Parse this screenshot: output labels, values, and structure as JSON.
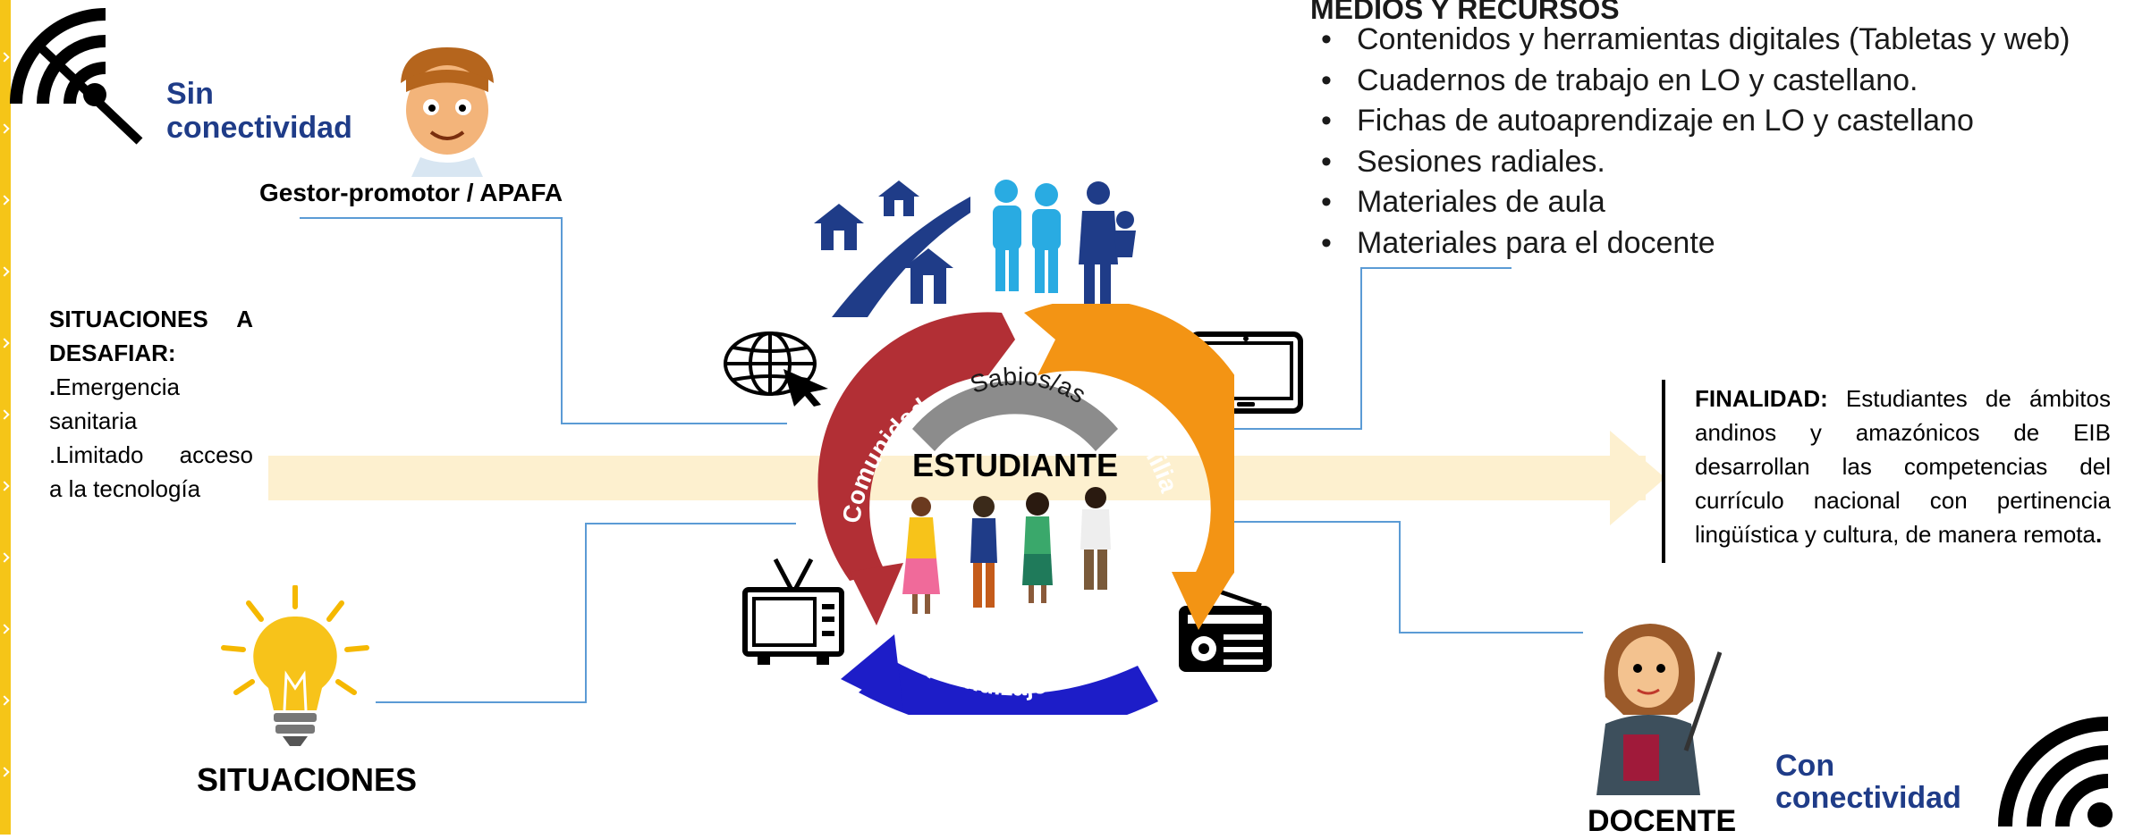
{
  "left_top": {
    "sin": "Sin",
    "conectividad": "conectividad",
    "gestor": "Gestor-promotor / APAFA"
  },
  "situaciones_desafiar": {
    "title1": "SITUACIONES",
    "title_a": "A",
    "title2": "DESAFIAR:",
    "l1_dot": ".",
    "l1": "Emergencia",
    "l2": "sanitaria",
    "l3a": ".Limitado",
    "l3b": "acceso",
    "l4": "a la tecnología"
  },
  "situaciones_label": "SITUACIONES",
  "medios": {
    "title": "MEDIOS Y RECURSOS",
    "items": [
      "Contenidos y herramientas digitales (Tabletas y web)",
      "Cuadernos de trabajo en LO y castellano.",
      "Fichas de autoaprendizaje en LO y castellano",
      "Sesiones radiales.",
      "Materiales de aula",
      "Materiales para el docente"
    ]
  },
  "circle": {
    "center": "ESTUDIANTE",
    "comunidad": "Comunidad",
    "sabios": "Sabios/as",
    "familia": "Familia",
    "aprendizaje": "Aprendizaje autónomo"
  },
  "finalidad": {
    "label": "FINALIDAD:",
    "text": "Estudiantes de ámbitos andinos y amazónicos de EIB desarrollan las competencias del currículo nacional con pertinencia lingüística y cultura, de manera remota",
    "end": "."
  },
  "docente": "DOCENTE",
  "con_conectividad": {
    "con": "Con",
    "conectividad": "conectividad"
  },
  "colors": {
    "accent_blue": "#1f3c88",
    "comunidad_red": "#b22f35",
    "familia_orange": "#f39414",
    "aprendizaje_blue": "#1d1dc8",
    "sabios_gray": "#8c8c8c",
    "arrow_cream": "#fdf0cf",
    "connector": "#5b9bd5",
    "leftbar": "#f5c518"
  }
}
